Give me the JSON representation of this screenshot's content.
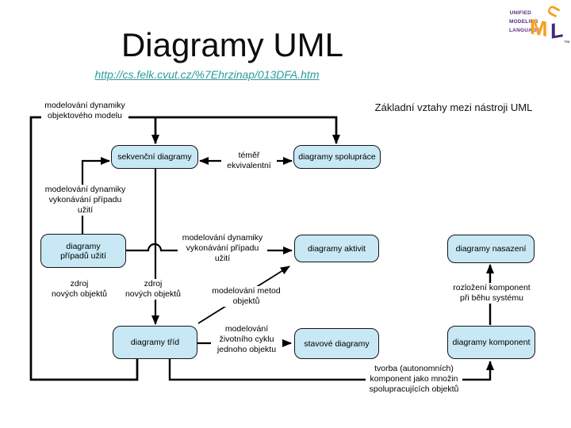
{
  "slide": {
    "title": "Diagramy UML",
    "link": "http://cs.felk.cvut.cz/%7Ehrzinap/013DFA.htm"
  },
  "logo": {
    "words": [
      "UNIFIED",
      "MODELING",
      "LANGUAGE"
    ],
    "letters": {
      "u": "U",
      "m": "M",
      "l": "L",
      "tm": "™"
    },
    "colors": {
      "orange": "#F6A01A",
      "purple": "#3F2B73",
      "words_purple": "#5B2D82"
    }
  },
  "diagram": {
    "subtitle": "Základní vztahy mezi nástroji UML",
    "node_fill": "#C7E8F4",
    "line_color": "#000000",
    "link_color": "#2E9A9A",
    "nodes": [
      {
        "id": "sekvencni-diagramy",
        "label": "sekvenční diagramy"
      },
      {
        "id": "diagramy-spoluprace",
        "label": "diagramy spolupráce"
      },
      {
        "id": "diagramy-pripadu-uziti",
        "label": "diagramy\npřípadů užití"
      },
      {
        "id": "diagramy-aktivit",
        "label": "diagramy aktivit"
      },
      {
        "id": "diagramy-nasazeni",
        "label": "diagramy nasazení"
      },
      {
        "id": "diagramy-trid",
        "label": "diagramy tříd"
      },
      {
        "id": "stavove-diagramy",
        "label": "stavové diagramy"
      },
      {
        "id": "diagramy-komponent",
        "label": "diagramy komponent"
      }
    ],
    "labels": {
      "dyn_obj": "modelování dynamiky\nobjektového modelu",
      "temer": "téměř\nekvivalentní",
      "vykon_left": "modelování dynamiky\nvykonávání případu\nužití",
      "vykon_mid": "modelování dynamiky\nvykonávání případu\nužití",
      "zdroj_left": "zdroj\nnových objektů",
      "zdroj_mid": "zdroj\nnových objektů",
      "metod": "modelování metod\nobjektů",
      "rozlozeni": "rozložení komponent\npři běhu systému",
      "zivotni": "modelování\nživotního cyklu\njednoho objektu",
      "tvorba": "tvorba (autonomních)\nkomponent jako množin\nspolupracujících objektů"
    }
  }
}
